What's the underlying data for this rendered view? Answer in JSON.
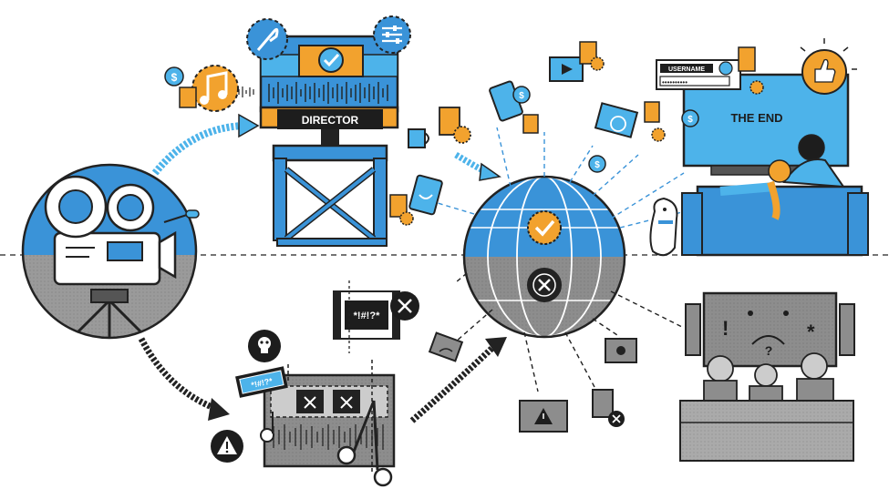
{
  "director_chair": {
    "label": "DIRECTOR"
  },
  "tv_screen": {
    "text": "THE END"
  },
  "login_card": {
    "username_label": "USERNAME",
    "password_mask": "••••••••••"
  },
  "censor_strip": {
    "text": "*!#!?*"
  },
  "filmstrip_censor": {
    "text": "*!#!?*"
  },
  "theater_screen": {
    "exclaim": "!",
    "question": "?",
    "star": "*"
  },
  "colors": {
    "blue": "#3a93d8",
    "light_blue": "#4db3ea",
    "orange": "#f2a22e",
    "gray": "#8d8d8d",
    "dark": "#1d1d1d"
  }
}
